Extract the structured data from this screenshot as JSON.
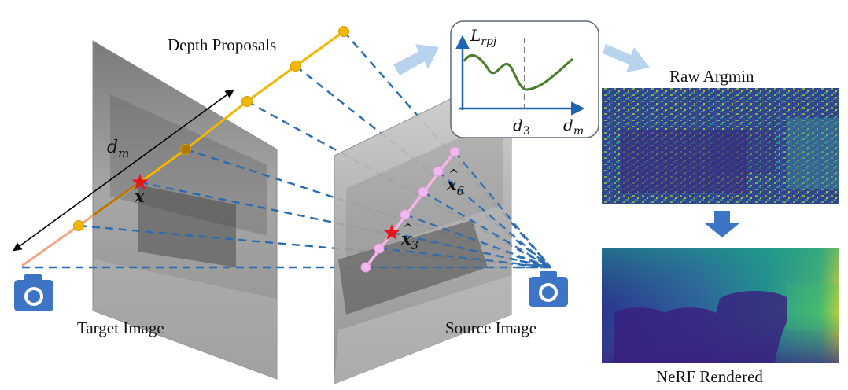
{
  "labels": {
    "depth_proposals": "Depth Proposals",
    "target_image": "Target Image",
    "source_image": "Source Image",
    "raw_argmin": "Raw Argmin",
    "nerf_rendered": "NeRF Rendered"
  },
  "math": {
    "dm_ray": "d",
    "dm_ray_sub": "m",
    "x_point": "x",
    "x_hat_3": "x",
    "x_hat_3_sub": "3",
    "x_hat_6": "x",
    "x_hat_6_sub": "6"
  },
  "plot": {
    "y_label": "L",
    "y_label_sub": "rpj",
    "x_label": "d",
    "x_label_sub": "m",
    "min_label": "d",
    "min_label_sub": "3"
  },
  "colors": {
    "ray_target": "#f4a582",
    "proposals": "#f2b705",
    "projection_lines": "#2b6cb0",
    "epipolar": "#f4b6e6",
    "star": "#e8141b",
    "camera": "#3d74c5",
    "flow_arrow": "#b8d3ee",
    "down_arrow": "#3d74c5",
    "loss_curve": "#4a7d2a"
  },
  "icons": [
    "target-camera-icon",
    "source-camera-icon"
  ]
}
